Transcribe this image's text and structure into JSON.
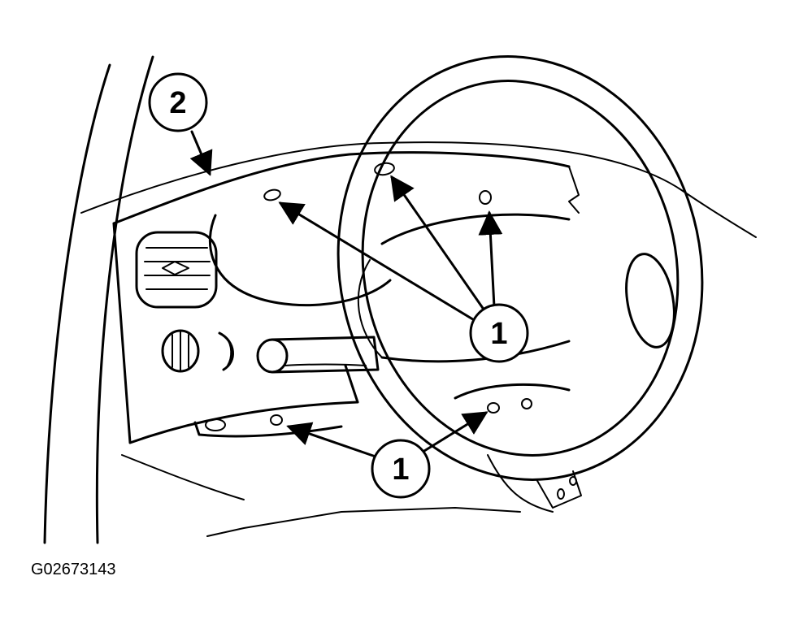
{
  "callouts": [
    {
      "id": "callout-2",
      "label": "2"
    },
    {
      "id": "callout-1-upper",
      "label": "1"
    },
    {
      "id": "callout-1-lower",
      "label": "1"
    }
  ],
  "figure_id": "G02673143"
}
